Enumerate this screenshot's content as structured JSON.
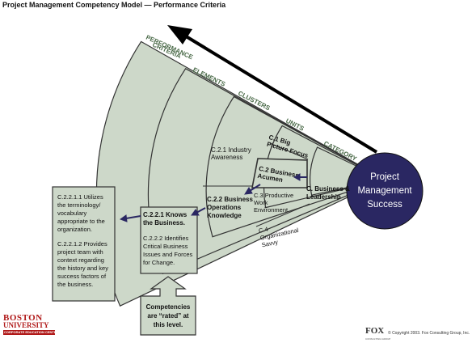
{
  "page": {
    "title": "Project Management Competency Model — Performance Criteria"
  },
  "levels": {
    "performance_criteria": [
      "PERFORMANCE",
      "CRITERIA"
    ],
    "elements": "ELEMENTS",
    "clusters": "CLUSTERS",
    "units": "UNITS",
    "category": "CATEGORY"
  },
  "hub": {
    "lines": [
      "Project",
      "Management",
      "Success"
    ]
  },
  "category": {
    "lines": [
      "C. Business &",
      "Leadership"
    ]
  },
  "units": {
    "c1": [
      "C.1 Big",
      "Picture Focus"
    ],
    "c2": [
      "C.2 Business",
      "Acumen"
    ],
    "c3": [
      "C.3 Productive",
      "Work",
      "Environment"
    ],
    "c4": [
      "C.4",
      "Organizational",
      "Savvy"
    ]
  },
  "clusters": {
    "c21": [
      "C.2.1 Industry",
      "Awareness"
    ],
    "c22": [
      "C.2.2 Business",
      "Operations",
      "Knowledge"
    ]
  },
  "elements": {
    "c221": [
      "C.2.2.1 Knows",
      "the Business."
    ],
    "c222": [
      "C.2.2.2 Identifies",
      "Critical Business",
      "Issues and Forces",
      "for Change."
    ]
  },
  "criteria": {
    "c2211": [
      "C.2.2.1.1 Utilizes",
      "the terminology/",
      "vocabulary",
      "appropriate to the",
      "organization."
    ],
    "c2212": [
      "C.2.2.1.2 Provides",
      "project team with",
      "context regarding",
      "the history and key",
      "success factors of",
      "the business."
    ]
  },
  "callout": {
    "lines": [
      "Competencies",
      "are “rated” at",
      "this level."
    ]
  },
  "footer": {
    "bu_logo": [
      "BOSTON",
      "UNIVERSITY",
      "CORPORATE EDUCATION CENTER"
    ],
    "fox_logo": [
      "FOX",
      "CONSULTING GROUP"
    ],
    "copyright": "© Copyright 2003. Fox Consulting Group, Inc."
  },
  "colors": {
    "band_fill": "#cdd8c9",
    "outline": "#333333",
    "hub_fill": "#2a2762",
    "arrow": "#2a2762",
    "label_color": "#4a6a48"
  }
}
